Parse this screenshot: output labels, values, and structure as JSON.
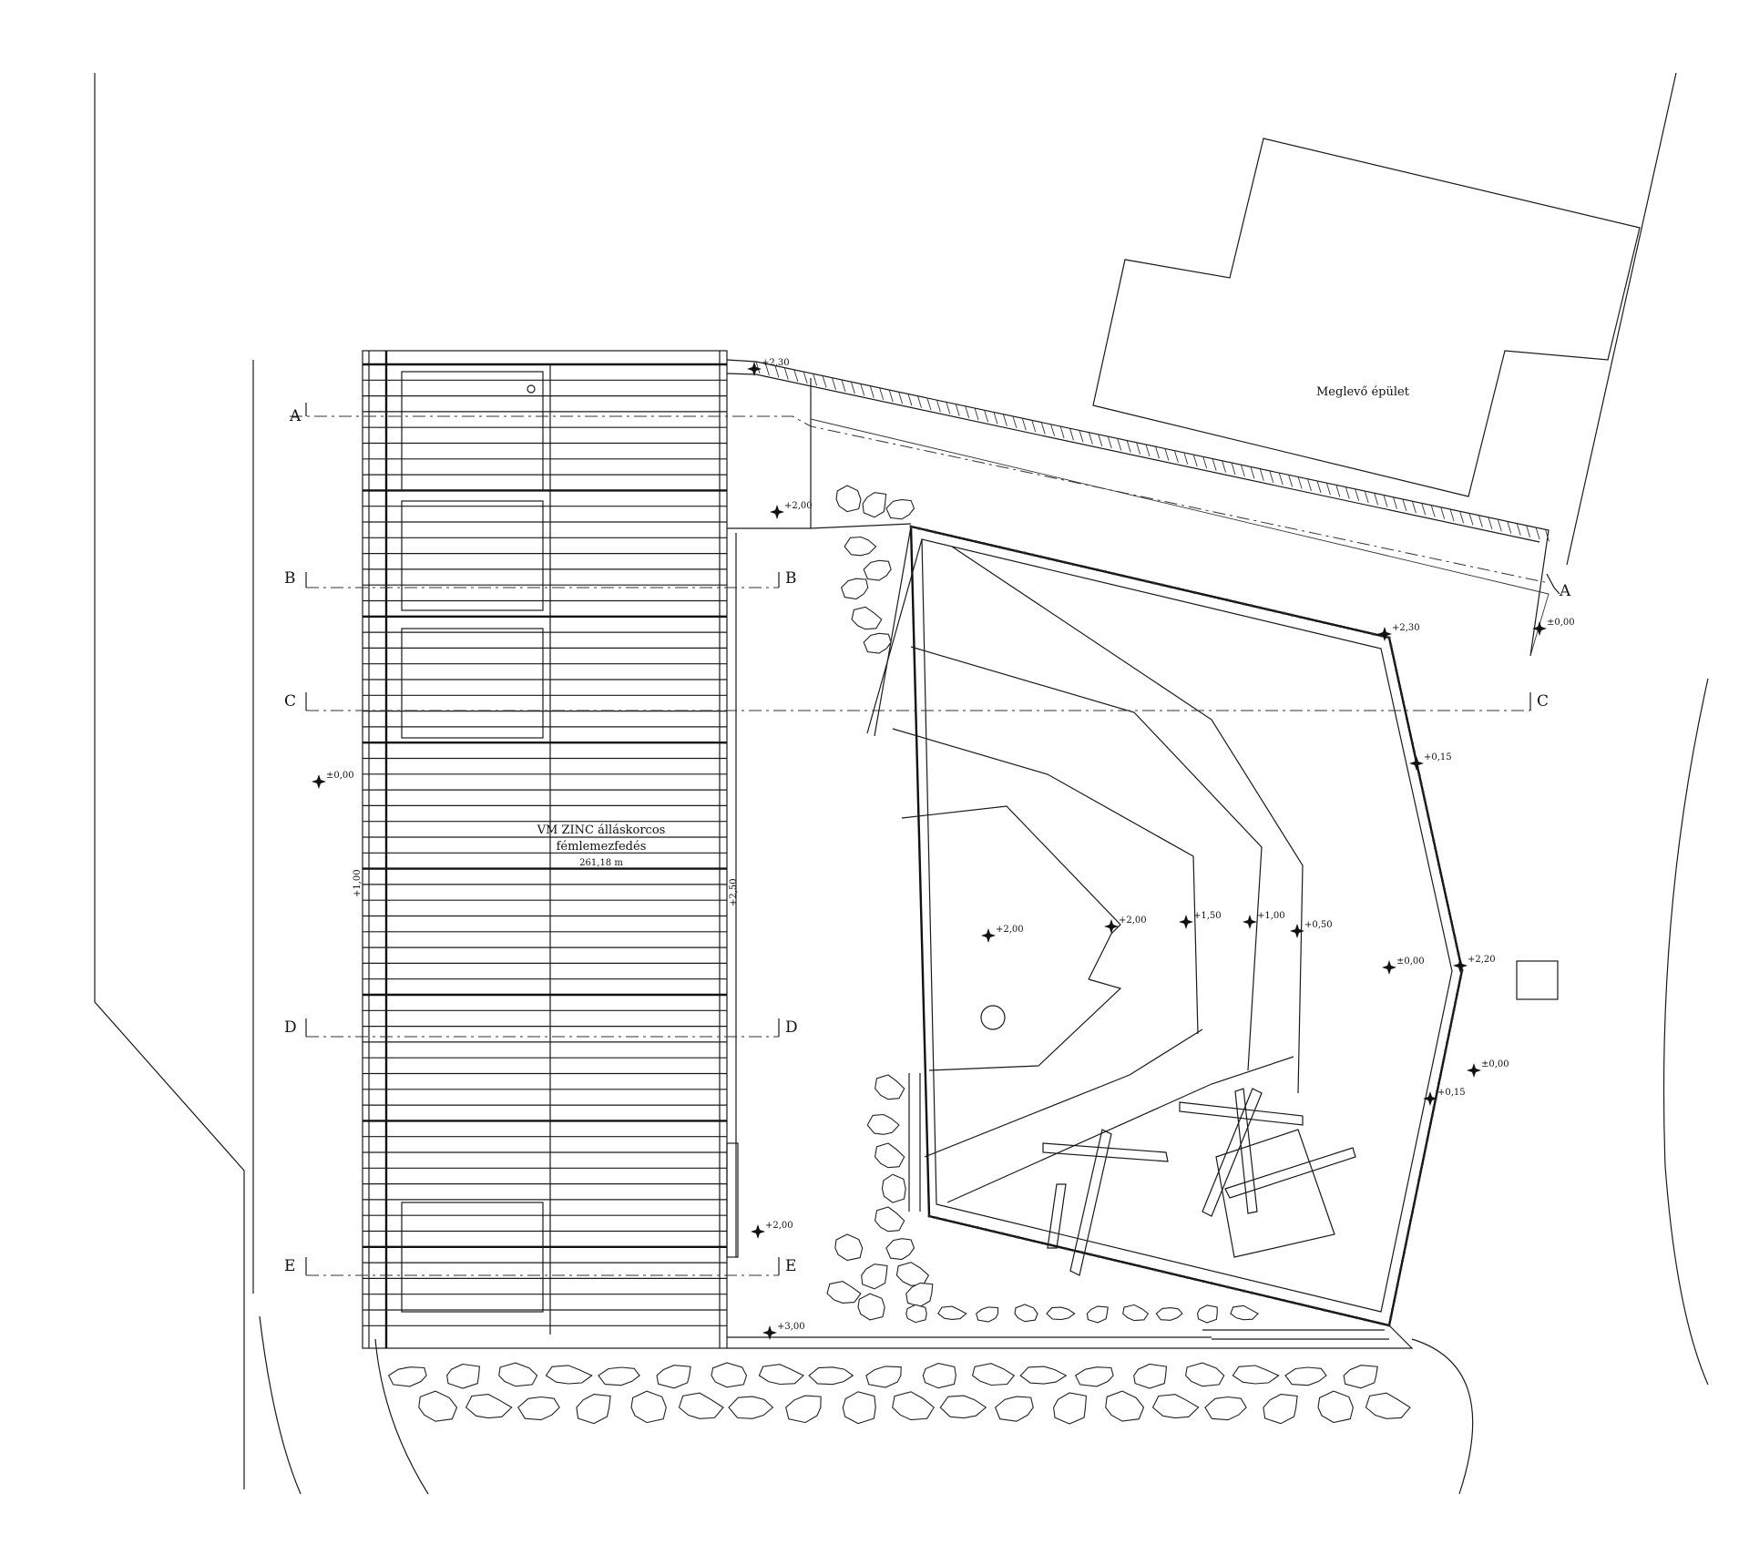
{
  "labels": {
    "existing_building": "Meglevő épület",
    "roof_line1": "VM ZINC álláskorcos",
    "roof_line2": "fémlemezfedés",
    "roof_line3": "261,18 m"
  },
  "sections": {
    "A": "A",
    "B": "B",
    "C": "C",
    "D": "D",
    "E": "E"
  },
  "levels": {
    "top_wall": "+2,30",
    "upper_step": "+2,00",
    "east_corner": "+2,30",
    "east_ground": "±0,00",
    "west_ground": "±0,00",
    "side_015": "+0,15",
    "side_220": "+2,20",
    "court_ground": "±0,00",
    "east_100": "±0,00",
    "side_015b": "+0,15",
    "center_200": "+2,00",
    "step_200": "+2,00",
    "step_150": "+1,50",
    "step_100": "+1,00",
    "step_050": "+0,50",
    "lower_200": "+2,00",
    "bottom_300": "+3,00",
    "dim_left": "+1,00",
    "dim_right": "+2,50"
  }
}
